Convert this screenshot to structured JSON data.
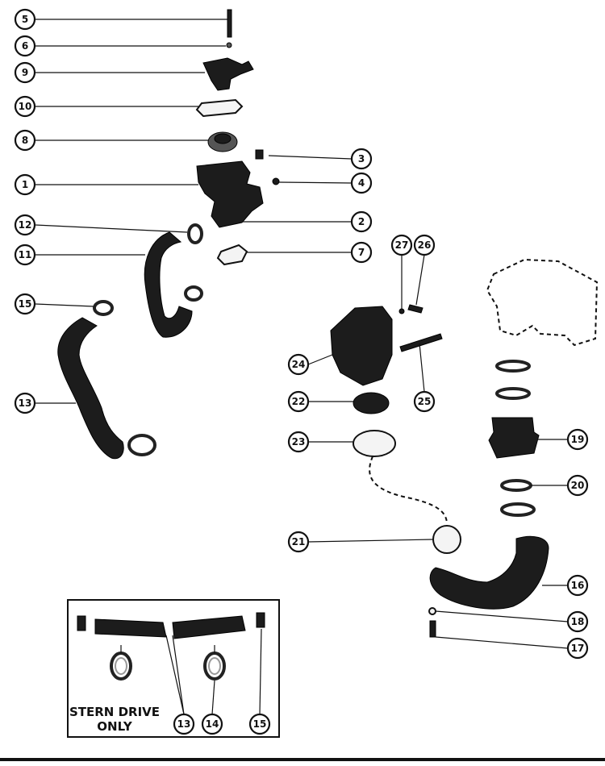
{
  "diagram": {
    "callouts": [
      "5",
      "6",
      "9",
      "10",
      "8",
      "3",
      "1",
      "4",
      "12",
      "2",
      "11",
      "7",
      "27",
      "26",
      "15",
      "24",
      "25",
      "13",
      "22",
      "23",
      "19",
      "20",
      "21",
      "16",
      "18",
      "17",
      "13",
      "14",
      "15"
    ],
    "inset": {
      "line1": "STERN DRIVE",
      "line2": "ONLY"
    }
  }
}
